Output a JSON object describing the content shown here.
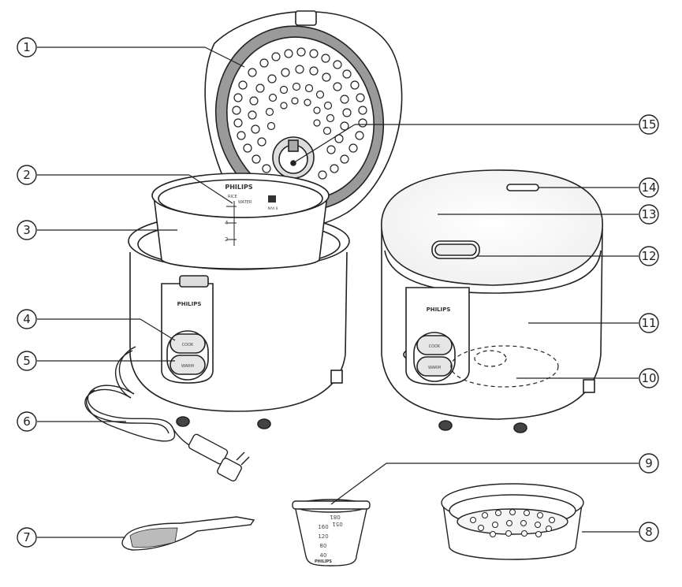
{
  "brand": "PHILIPS",
  "buttons": {
    "cook": "COOK",
    "warm": "WARM"
  },
  "inner_pot": {
    "scale_top_left": "RICE",
    "scale_top_right": "WATER",
    "mark_4": "4",
    "mark_2": "2",
    "cup_icon": "cup",
    "cup_label": "MAX 8"
  },
  "measuring_cup": {
    "marks": [
      "180",
      "160",
      "120",
      "80",
      "40"
    ],
    "top_marks_mirrored": [
      "081",
      "051"
    ],
    "brand": "PHILIPS"
  },
  "callouts": [
    "1",
    "2",
    "3",
    "4",
    "5",
    "6",
    "7",
    "8",
    "9",
    "10",
    "11",
    "12",
    "13",
    "14",
    "15"
  ],
  "colors": {
    "outline": "#222222",
    "seal_gray": "#9a9a9a",
    "dark": "#555555"
  }
}
